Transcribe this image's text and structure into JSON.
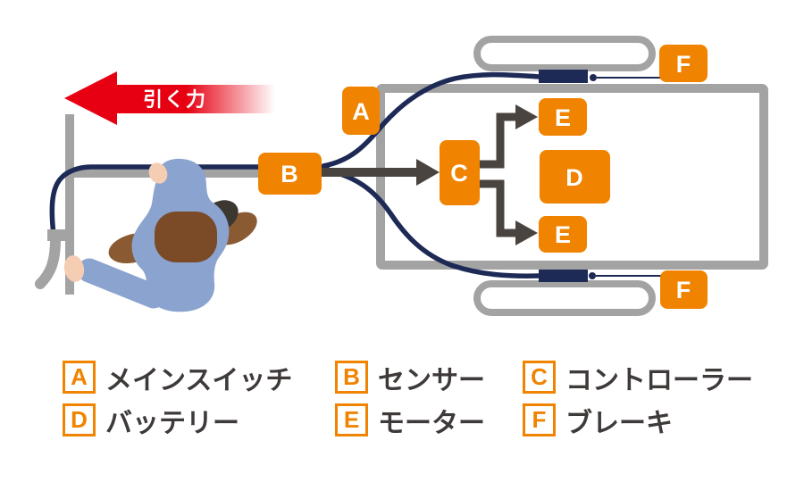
{
  "colors": {
    "accent_orange": "#f08300",
    "cable_navy": "#1e2a56",
    "frame_gray": "#a3a3a3",
    "arrow_dark": "#4a4440",
    "force_red": "#e60012",
    "person_blue": "#8aa3cf",
    "hair_brown": "#7b4b27",
    "skin": "#f5cdb3"
  },
  "diagram": {
    "pull_force_label": "引く力",
    "box_labels": {
      "A": "A",
      "B": "B",
      "C": "C",
      "D": "D",
      "E": "E",
      "F": "F"
    }
  },
  "legend": {
    "items": [
      {
        "key": "A",
        "label": "メインスイッチ"
      },
      {
        "key": "B",
        "label": "センサー"
      },
      {
        "key": "C",
        "label": "コントローラー"
      },
      {
        "key": "D",
        "label": "バッテリー"
      },
      {
        "key": "E",
        "label": "モーター"
      },
      {
        "key": "F",
        "label": "ブレーキ"
      }
    ]
  }
}
